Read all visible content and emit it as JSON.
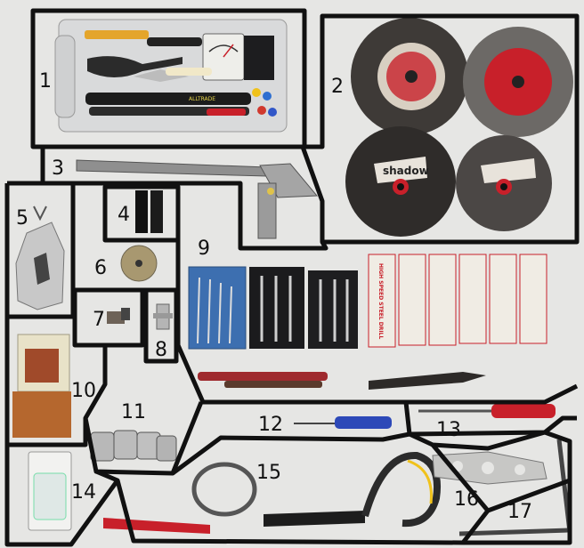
{
  "title": "",
  "labels": {
    "n1": "1",
    "n2": "2",
    "n3": "3",
    "n4": "4",
    "n5": "5",
    "n6": "6",
    "n7": "7",
    "n8": "8",
    "n9": "9",
    "n10": "10",
    "n11": "11",
    "n12": "12",
    "n13": "13",
    "n14": "14",
    "n15": "15",
    "n16": "16",
    "n17": "17"
  },
  "printed_text": {
    "tester_brand": "ALLTRADE",
    "drill_pack_title": "HIGH SPEED STEEL DRILL",
    "disc_brand": "shadow"
  },
  "colors": {
    "background": "#e6e6e4",
    "outline": "#111111",
    "accent_red": "#c8202a",
    "drill_box_blue": "#3d6fb0",
    "brush_copper": "#b5672e",
    "grinding_wheel_dark": "#3e3a37",
    "grinding_wheel_light": "#6c6966"
  }
}
